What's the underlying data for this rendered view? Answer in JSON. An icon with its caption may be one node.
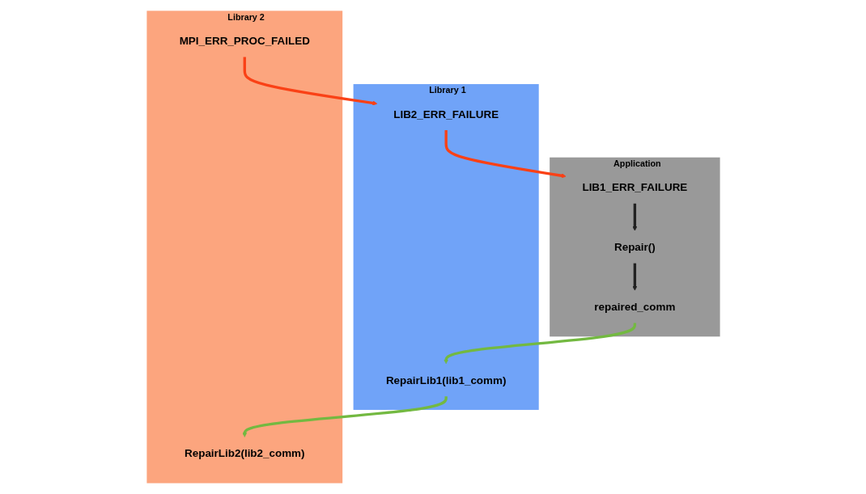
{
  "diagram": {
    "nodes": [
      {
        "text": [
          "Application"
        ]
      },
      {
        "text": [
          "LIB1_ERR_FAILURE"
        ],
        "in": 0
      },
      {
        "text": [
          "Repair()"
        ],
        "in": 0
      },
      {
        "text": [
          "repaired_comm"
        ],
        "in": 0
      },
      {
        "text": [
          "Library 1"
        ]
      },
      {
        "text": [
          "LIB2_ERR_FAILURE"
        ],
        "in": 4
      },
      {
        "text": [
          "RepairLib1(lib1_comm)"
        ],
        "in": 4
      },
      {
        "text": [
          "Library 2"
        ]
      },
      {
        "text": [
          "MPI_ERR_PROC_FAILED"
        ],
        "in": 7
      },
      {
        "text": [
          "RepairLib2(lib2_comm)"
        ],
        "in": 7
      }
    ],
    "edges": [
      {
        "from": 1,
        "to": 2,
        "arrow": "to",
        "color": "#222222"
      },
      {
        "from": 2,
        "to": 3,
        "arrow": "to",
        "color": "#222222"
      },
      {
        "from": 3,
        "to": 6,
        "arrow": "to",
        "color": "#73b941"
      },
      {
        "from": 6,
        "to": 9,
        "arrow": "to",
        "color": "#73b941"
      },
      {
        "from": 8,
        "to": 5,
        "arrow": "to",
        "color": "#fa4116"
      },
      {
        "from": 5,
        "to": 1,
        "arrow": "to",
        "color": "#fa4116"
      }
    ]
  }
}
